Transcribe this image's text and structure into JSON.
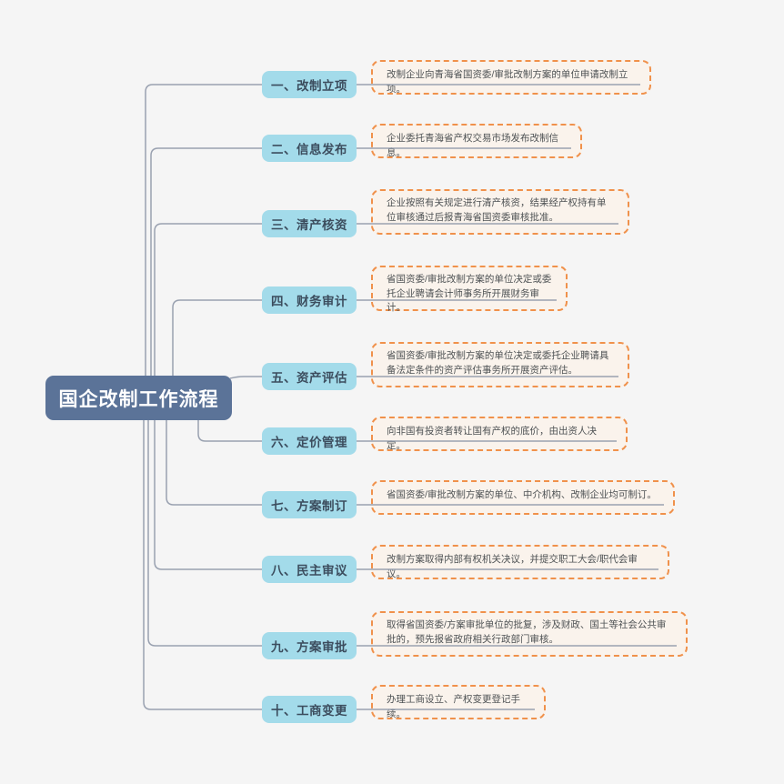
{
  "diagram": {
    "title": "国企改制工作流程",
    "root": {
      "label": "国企改制工作流程"
    },
    "steps": [
      {
        "label": "一、改制立项",
        "description": "改制企业向青海省国资委/审批改制方案的单位申请改制立项。"
      },
      {
        "label": "二、信息发布",
        "description": "企业委托青海省产权交易市场发布改制信息。"
      },
      {
        "label": "三、清产核资",
        "description": "企业按照有关规定进行清产核资，结果经产权持有单位审核通过后报青海省国资委审核批准。"
      },
      {
        "label": "四、财务审计",
        "description": "省国资委/审批改制方案的单位决定或委托企业聘请会计师事务所开展财务审计。"
      },
      {
        "label": "五、资产评估",
        "description": "省国资委/审批改制方案的单位决定或委托企业聘请具备法定条件的资产评估事务所开展资产评估。"
      },
      {
        "label": "六、定价管理",
        "description": "向非国有投资者转让国有产权的底价，由出资人决定。"
      },
      {
        "label": "七、方案制订",
        "description": "省国资委/审批改制方案的单位、中介机构、改制企业均可制订。"
      },
      {
        "label": "八、民主审议",
        "description": "改制方案取得内部有权机关决议，并提交职工大会/职代会审议。"
      },
      {
        "label": "九、方案审批",
        "description": "取得省国资委/方案审批单位的批复，涉及财政、国土等社会公共审批的，预先报省政府相关行政部门审核。"
      },
      {
        "label": "十、工商变更",
        "description": "办理工商设立、产权变更登记手续。"
      }
    ]
  },
  "colors": {
    "background": "#f5f5f5",
    "root_fill": "#5b7398",
    "root_text": "#ffffff",
    "node_fill": "#a3dbea",
    "node_text": "#3c4d5e",
    "note_fill": "#faf3ec",
    "note_border": "#f0914b",
    "note_text": "#4e5254",
    "connector": "#99a1b0"
  }
}
